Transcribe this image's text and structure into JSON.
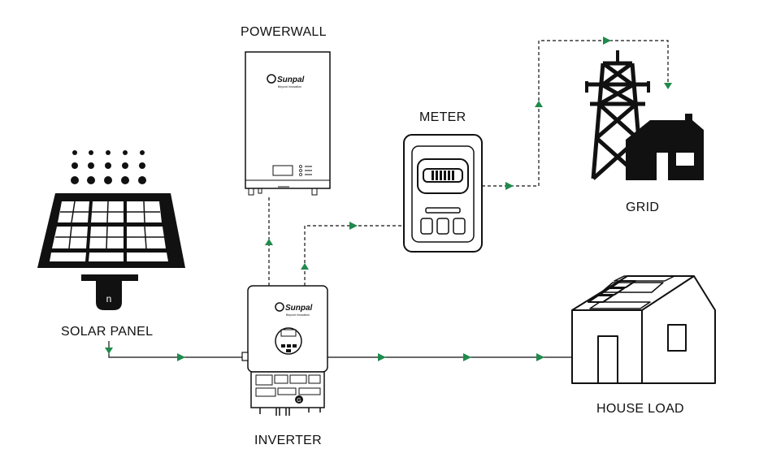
{
  "labels": {
    "powerwall": "POWERWALL",
    "meter": "METER",
    "grid": "GRID",
    "solar_panel": "SOLAR PANEL",
    "inverter": "INVERTER",
    "house_load": "HOUSE LOAD"
  },
  "brand": {
    "name": "Sunpal",
    "tagline": "Beyond Innovation"
  },
  "colors": {
    "arrow": "#1f8a4c",
    "stroke": "#111111",
    "device_fill": "#ffffff"
  }
}
